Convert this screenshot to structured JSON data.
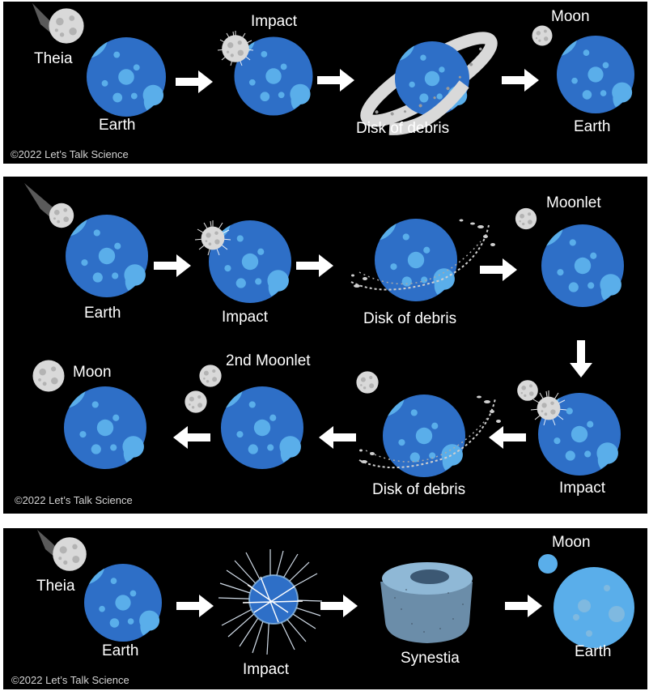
{
  "colors": {
    "earth": "#2e6fc7",
    "earth_spots": "#5aaeea",
    "moon": "#d9d9d9",
    "moon_spots": "#b3b3b3",
    "arrow": "#ffffff",
    "background": "#000000"
  },
  "panel1": {
    "labels": {
      "theia": "Theia",
      "impact": "Impact",
      "moon": "Moon",
      "earth_left": "Earth",
      "disk": "Disk of debris",
      "earth_right": "Earth"
    },
    "copyright": "©2022 Let’s Talk Science"
  },
  "panel2": {
    "labels": {
      "earth": "Earth",
      "impact_top": "Impact",
      "disk_top": "Disk of debris",
      "moonlet": "Moonlet",
      "moon": "Moon",
      "moonlet2": "2nd Moonlet",
      "disk_bottom": "Disk of debris",
      "impact_bottom": "Impact"
    },
    "copyright": "©2022 Let’s Talk Science"
  },
  "panel3": {
    "labels": {
      "theia": "Theia",
      "earth_left": "Earth",
      "impact": "Impact",
      "synestia": "Synestia",
      "moon": "Moon",
      "earth_right": "Earth"
    },
    "copyright": "©2022 Let’s Talk Science"
  }
}
